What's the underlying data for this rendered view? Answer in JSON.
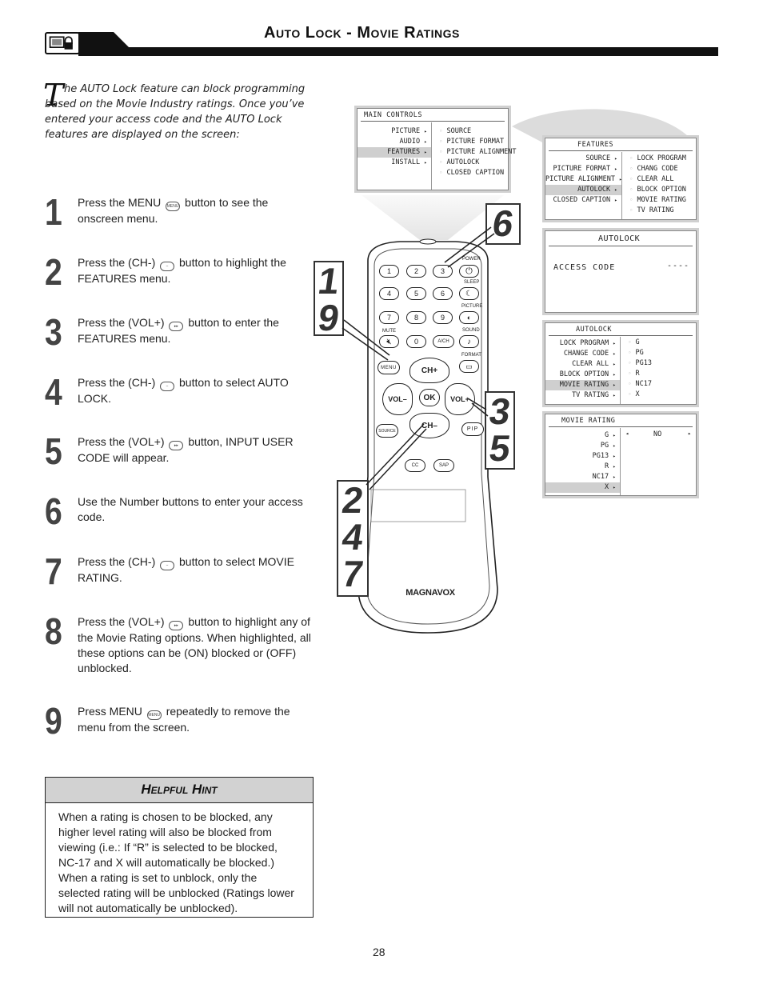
{
  "header": {
    "title": "Auto Lock - Movie Ratings",
    "icon": "tv-lock-icon"
  },
  "intro": {
    "drop_cap": "T",
    "text": "he AUTO Lock feature can block programming based on the Movie Industry ratings. Once you’ve entered your access code and the AUTO Lock features are displayed on the screen:"
  },
  "steps": [
    {
      "num": "1",
      "pre": "Press the MENU",
      "icon": "MENU",
      "post": "button to see the onscreen menu."
    },
    {
      "num": "2",
      "pre": "Press the (CH-)",
      "icon": "CH-",
      "post": "button to highlight the FEATURES menu."
    },
    {
      "num": "3",
      "pre": "Press the (VOL+)",
      "icon": "VOL+",
      "post": "button to enter the FEATURES menu."
    },
    {
      "num": "4",
      "pre": "Press the (CH-)",
      "icon": "CH-",
      "post": "button to select AUTO LOCK."
    },
    {
      "num": "5",
      "pre": "Press the (VOL+)",
      "icon": "VOL+",
      "post": "button, INPUT USER CODE will appear."
    },
    {
      "num": "6",
      "pre": "Use the Number buttons to enter your access code.",
      "icon": "",
      "post": ""
    },
    {
      "num": "7",
      "pre": "Press the (CH-)",
      "icon": "CH-",
      "post": "button to select MOVIE RATING."
    },
    {
      "num": "8",
      "pre": "Press the (VOL+)",
      "icon": "VOL+",
      "post": "button to highlight any of the Movie Rating options. When highlighted, all these options can be (ON) blocked or (OFF) unblocked."
    },
    {
      "num": "9",
      "pre": "Press MENU",
      "icon": "MENU",
      "post": "repeatedly to remove the menu from the screen."
    }
  ],
  "hint": {
    "title": "Helpful Hint",
    "body": "When a rating is chosen to be blocked, any higher level rating will also be blocked from viewing (i.e.: If “R” is selected to be blocked, NC-17 and X will automatically be blocked.) When a rating is set to unblock, only the selected rating will be unblocked (Ratings lower will not automatically be unblocked)."
  },
  "page_number": "28",
  "osd": {
    "main_controls": {
      "title": "MAIN CONTROLS",
      "left": [
        "PICTURE",
        "AUDIO",
        "FEATURES",
        "INSTALL"
      ],
      "highlight": 2,
      "right": [
        "SOURCE",
        "PICTURE FORMAT",
        "PICTURE ALIGNMENT",
        "AUTOLOCK",
        "CLOSED CAPTION"
      ]
    },
    "features": {
      "title": "FEATURES",
      "left": [
        "SOURCE",
        "PICTURE FORMAT",
        "PICTURE ALIGNMENT",
        "AUTOLOCK",
        "CLOSED CAPTION"
      ],
      "highlight": 3,
      "right": [
        "LOCK PROGRAM",
        "CHANG CODE",
        "CLEAR ALL",
        "BLOCK OPTION",
        "MOVIE RATING",
        "TV RATING"
      ]
    },
    "autolock_code": {
      "title": "AUTOLOCK",
      "label": "ACCESS CODE",
      "value": "----"
    },
    "autolock_menu": {
      "title": "AUTOLOCK",
      "left": [
        "LOCK PROGRAM",
        "CHANGE CODE",
        "CLEAR ALL",
        "BLOCK OPTION",
        "MOVIE RATING",
        "TV RATING"
      ],
      "highlight": 4,
      "right": [
        "G",
        "PG",
        "PG13",
        "R",
        "NC17",
        "X"
      ]
    },
    "movie_rating": {
      "title": "MOVIE RATING",
      "left": [
        "G",
        "PG",
        "PG13",
        "R",
        "NC17",
        "X"
      ],
      "highlight": 5,
      "value": "NO"
    }
  },
  "remote": {
    "brand": "MAGNAVOX",
    "labels": {
      "power": "POWER",
      "sleep": "SLEEP",
      "picture": "PICTURE",
      "mute": "MUTE",
      "sound": "SOUND",
      "format": "FORMAT",
      "menu": "MENU",
      "ch_up": "CH+",
      "ch_down": "CH–",
      "vol_down": "VOL–",
      "vol_up": "VOL+",
      "ok": "OK",
      "source": "SOURCE",
      "pip": "PIP",
      "cc": "CC",
      "sap": "SAP",
      "ach": "A/CH"
    },
    "digits": [
      "1",
      "2",
      "3",
      "4",
      "5",
      "6",
      "7",
      "8",
      "9",
      "0"
    ]
  },
  "figure_labels": {
    "label_19": [
      "1",
      "9"
    ],
    "label_6": "6",
    "label_35": [
      "3",
      "5"
    ],
    "label_247": [
      "2",
      "4",
      "7"
    ]
  }
}
